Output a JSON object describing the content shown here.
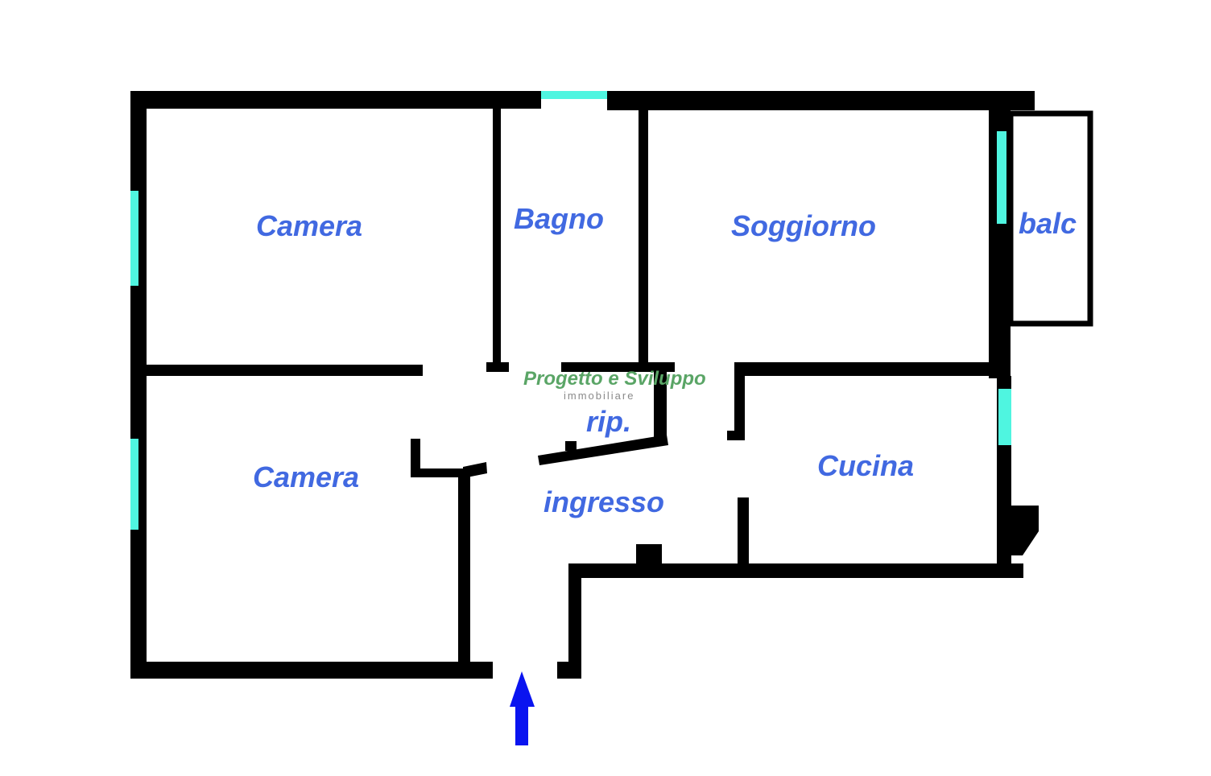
{
  "colors": {
    "wall": "#000000",
    "window": "#4ff5e0",
    "label": "#4169e1",
    "arrow": "#0a14f0",
    "watermark": "#2e8b3a"
  },
  "rooms": {
    "camera_top": "Camera",
    "camera_bottom": "Camera",
    "bagno": "Bagno",
    "soggiorno": "Soggiorno",
    "balcone": "balc",
    "ripostiglio": "rip.",
    "ingresso": "ingresso",
    "cucina": "Cucina"
  },
  "watermark": {
    "title": "Progetto e Sviluppo",
    "subtitle": "immobiliare"
  },
  "entrance_icon": "arrow-up-icon"
}
